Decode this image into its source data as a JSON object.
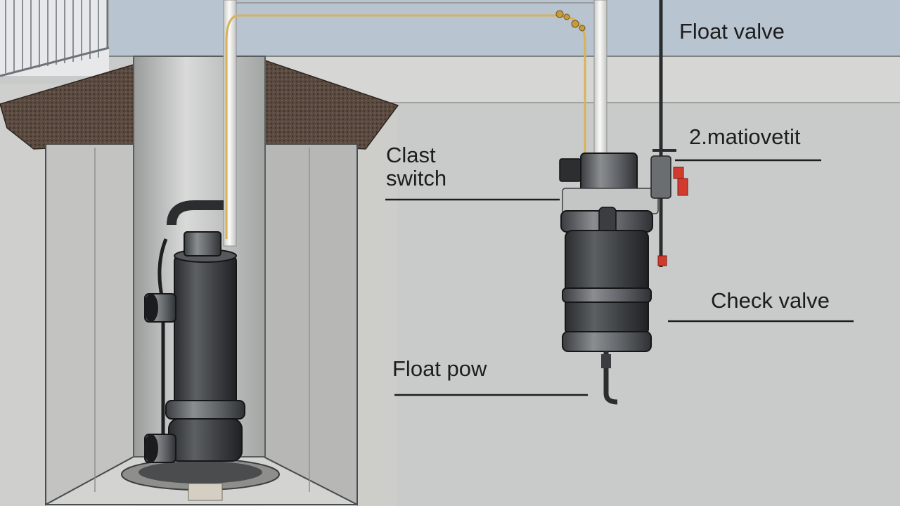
{
  "diagram": {
    "labels": {
      "float_valve": "Float valve",
      "automatic_switch": "2.matiovetit",
      "clast_switch_line1": "Clast",
      "clast_switch_line2": "switch",
      "check_valve": "Check valve",
      "float_pow": "Float pow"
    },
    "colors": {
      "wall": "#c9cbca",
      "sky": "#b8c4cf",
      "pump_body": "#3e4143",
      "pipe": "#e9e9e7",
      "wire": "#d8b25a",
      "valve_handle": "#d23a2e",
      "soil": "#4e3f36"
    }
  }
}
